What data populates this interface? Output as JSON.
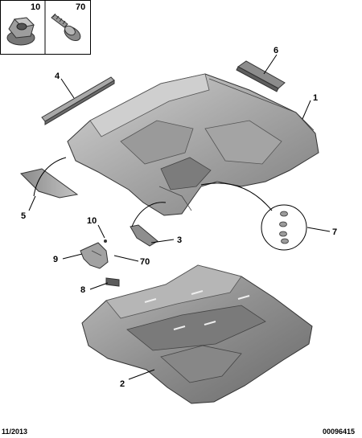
{
  "callouts": {
    "c1": "1",
    "c2": "2",
    "c3": "3",
    "c4": "4",
    "c5": "5",
    "c6": "6",
    "c7": "7",
    "c8": "8",
    "c9": "9",
    "c10": "10",
    "c70": "70"
  },
  "legend_box": {
    "left_ref": "10",
    "right_ref": "70",
    "left_icon": "hex-flange-nut-icon",
    "right_icon": "self-tapping-screw-icon"
  },
  "footer": {
    "date": "11/2013",
    "reference": "00096415"
  },
  "colors": {
    "part_gray": "#9c9c9c",
    "part_light": "#c8c8c8",
    "part_dark": "#6e6e6e",
    "line": "#000000"
  }
}
